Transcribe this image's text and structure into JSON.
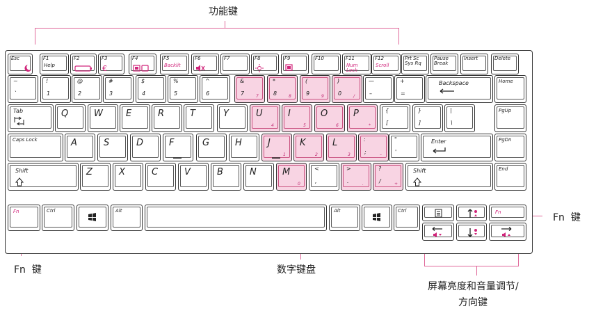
{
  "annotations": {
    "function_keys": "功能键",
    "fn_key_right": "Fn  键",
    "fn_key_left": "Fn  键",
    "numeric_keypad": "数字键盘",
    "brightness_volume_arrows_line1": "屏幕亮度和音量调节/",
    "brightness_volume_arrows_line2": "方向键"
  },
  "colors": {
    "highlight": "#f8d4e3",
    "accent": "#d0247a",
    "leader": "#e0689a",
    "outline": "#333333"
  },
  "keys": {
    "esc": "Esc",
    "f1": {
      "top": "F1",
      "sub": "Help"
    },
    "f2": "F2",
    "f3": "F3",
    "f4": "F4",
    "f5": {
      "top": "F5",
      "sub": "Backlit"
    },
    "f6": "F6",
    "f7": "F7",
    "f8": "F8",
    "f9": "F9",
    "f10": "F10",
    "f11": {
      "top": "F11",
      "sub": "Num\nLock"
    },
    "f12": {
      "top": "F12",
      "sub": "Scroll"
    },
    "prtsc": "Prt Sc\nSys Rq",
    "pause": "Pause\nBreak",
    "insert": "Insert",
    "delete": "Delete",
    "number_row": [
      {
        "s": "~",
        "u": "`"
      },
      {
        "s": "!",
        "u": "1"
      },
      {
        "s": "@",
        "u": "2"
      },
      {
        "s": "#",
        "u": "3"
      },
      {
        "s": "$",
        "u": "4"
      },
      {
        "s": "%",
        "u": "5"
      },
      {
        "s": "^",
        "u": "6"
      },
      {
        "s": "&",
        "u": "7",
        "n": "7"
      },
      {
        "s": "*",
        "u": "8",
        "n": "8"
      },
      {
        "s": "(",
        "u": "9",
        "n": "9"
      },
      {
        "s": ")",
        "u": "0",
        "n": "/"
      },
      {
        "s": "—",
        "u": "–"
      },
      {
        "s": "+",
        "u": "="
      }
    ],
    "backspace": "Backspace",
    "home": "Home",
    "tab": "Tab",
    "qwerty_row": [
      {
        "u": "Q"
      },
      {
        "u": "W"
      },
      {
        "u": "E"
      },
      {
        "u": "R"
      },
      {
        "u": "T"
      },
      {
        "u": "Y"
      },
      {
        "u": "U",
        "n": "4"
      },
      {
        "u": "I",
        "n": "5"
      },
      {
        "u": "O",
        "n": "6"
      },
      {
        "u": "P",
        "n": "*"
      },
      {
        "s": "{",
        "u": "["
      },
      {
        "s": "}",
        "u": "]"
      },
      {
        "s": "|",
        "u": "\\"
      }
    ],
    "pgup": "PgUp",
    "capslock": "Caps Lock",
    "home_row": [
      {
        "u": "A"
      },
      {
        "u": "S"
      },
      {
        "u": "D"
      },
      {
        "u": "F"
      },
      {
        "u": "G"
      },
      {
        "u": "H"
      },
      {
        "u": "J",
        "n": "1"
      },
      {
        "u": "K",
        "n": "2"
      },
      {
        "u": "L",
        "n": "3"
      },
      {
        "s": ":",
        "u": ";",
        "n": "–"
      },
      {
        "s": "\"",
        "u": "'"
      }
    ],
    "enter": "Enter",
    "pgdn": "PgDn",
    "shift": "Shift",
    "bottom_row": [
      {
        "u": "Z"
      },
      {
        "u": "X"
      },
      {
        "u": "C"
      },
      {
        "u": "V"
      },
      {
        "u": "B"
      },
      {
        "u": "N"
      },
      {
        "u": "M",
        "n": "0"
      },
      {
        "s": "<",
        "u": ","
      },
      {
        "s": ">",
        "u": ".",
        "n": "."
      },
      {
        "s": "?",
        "u": "/",
        "n": "+"
      }
    ],
    "end": "End",
    "fn": "Fn",
    "ctrl": "Ctrl",
    "alt": "Alt"
  }
}
